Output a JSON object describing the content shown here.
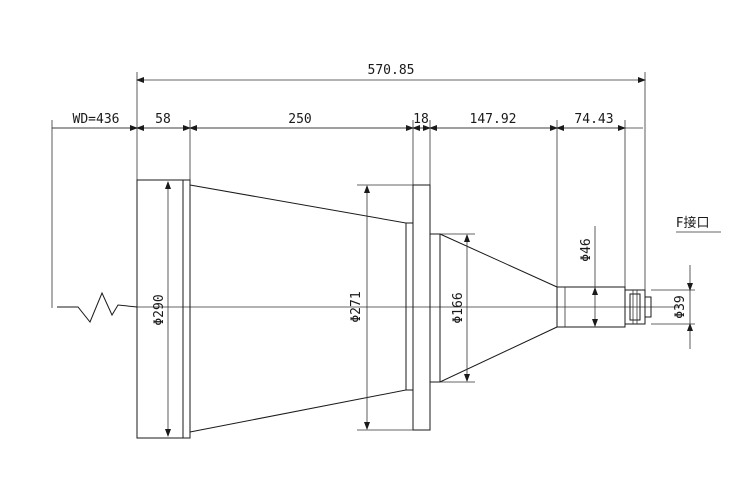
{
  "dimensions": {
    "total_length": "570.85",
    "working_distance": "WD=436",
    "front_flange": "58",
    "cone_length": "250",
    "mid_flange": "18",
    "rear_cone": "147.92",
    "mount_length": "74.43"
  },
  "diameters": {
    "front": "Φ290",
    "mid": "Φ271",
    "rear_cone": "Φ166",
    "mount_body": "Φ46",
    "thread": "Φ39"
  },
  "mount_label": "F接口"
}
